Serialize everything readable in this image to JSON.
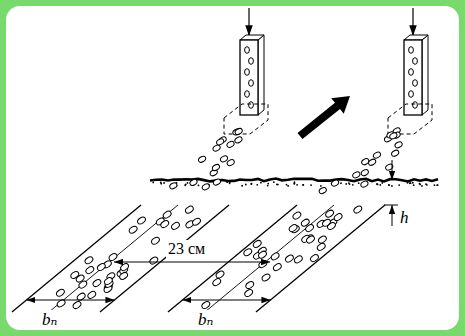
{
  "diagram": {
    "labels": [
      "23 см",
      "h",
      "bₙ",
      "bₙ"
    ]
  }
}
